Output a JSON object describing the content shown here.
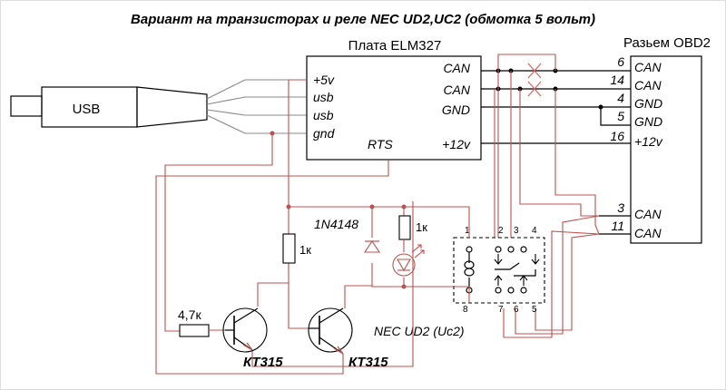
{
  "title": "Вариант на транзисторах и реле NEC UD2,UC2 (обмотка 5 вольт)",
  "elm_board": {
    "label": "Плата ELM327",
    "pins_left": [
      "+5v",
      "usb",
      "usb",
      "gnd"
    ],
    "pins_right": [
      "CAN",
      "CAN",
      "GND",
      "+12v"
    ],
    "pin_bottom": "RTS"
  },
  "usb": {
    "label": "USB"
  },
  "obd": {
    "label": "Разьем OBD2",
    "pins": [
      {
        "num": "6",
        "name": "CAN"
      },
      {
        "num": "14",
        "name": "CAN"
      },
      {
        "num": "4",
        "name": "GND"
      },
      {
        "num": "5",
        "name": "GND"
      },
      {
        "num": "16",
        "name": "+12v"
      },
      {
        "num": "3",
        "name": "CAN"
      },
      {
        "num": "11",
        "name": "CAN"
      }
    ]
  },
  "diode": {
    "label": "1N4148"
  },
  "resistors": {
    "r1": "1к",
    "r2": "1к",
    "r3": "4,7к"
  },
  "transistors": {
    "q1": "КТ315",
    "q2": "КТ315"
  },
  "relay": {
    "label": "NEC UD2 (Uc2)",
    "pins_top": [
      "1",
      "2",
      "3",
      "4"
    ],
    "pins_bottom": [
      "8",
      "7",
      "6",
      "5"
    ]
  },
  "colors": {
    "wire_black": "#000000",
    "wire_red": "#c0504d",
    "wire_gray": "#888888",
    "led_red": "#d04040"
  }
}
